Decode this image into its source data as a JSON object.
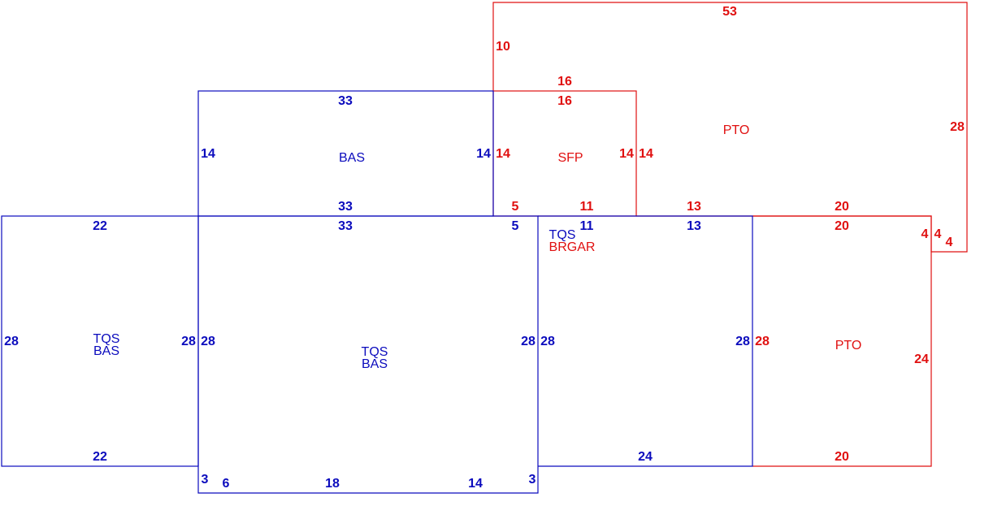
{
  "colors": {
    "blue": "#0b0bbd",
    "red": "#e01010"
  },
  "areas": {
    "left_wing": {
      "line1": "TQS",
      "line2": "BAS"
    },
    "main": {
      "line1": "TQS",
      "line2": "BAS"
    },
    "upper_bas": {
      "label": "BAS"
    },
    "garage_tqs": {
      "label": "TQS"
    },
    "garage_brgar": {
      "label": "BRGAR"
    },
    "sfp": {
      "label": "SFP"
    },
    "pto_top": {
      "label": "PTO"
    },
    "pto_right": {
      "label": "PTO"
    }
  },
  "dims": {
    "pto_top_top": "53",
    "pto_top_left": "10",
    "pto_top_right": "28",
    "sfp_top_outer": "16",
    "sfp_top_inner": "16",
    "sfp_left": "14",
    "sfp_right_inner": "14",
    "sfp_right_outer": "14",
    "sfp_bottom_left": "5",
    "sfp_bottom_right": "11",
    "pto_top_bottom": "13",
    "pto_right_top_outer": "20",
    "pto_right_top_inner": "20",
    "notch_a": "4",
    "notch_b": "4",
    "notch_c": "4",
    "pto_right_left": "28",
    "pto_right_right": "24",
    "pto_right_bottom": "20",
    "bas_top": "33",
    "bas_left": "14",
    "bas_right": "14",
    "bas_bottom": "33",
    "main_top": "33",
    "main_top_right": "5",
    "main_left": "28",
    "main_right": "28",
    "main_step_left": "3",
    "main_step_right": "3",
    "main_bottom_a": "6",
    "main_bottom_b": "18",
    "main_bottom_c": "14",
    "wing_top": "22",
    "wing_left": "28",
    "wing_right": "28",
    "wing_bottom": "22",
    "garage_top_left": "11",
    "garage_top_right": "13",
    "garage_left": "28",
    "garage_right": "28",
    "garage_bottom": "24"
  }
}
